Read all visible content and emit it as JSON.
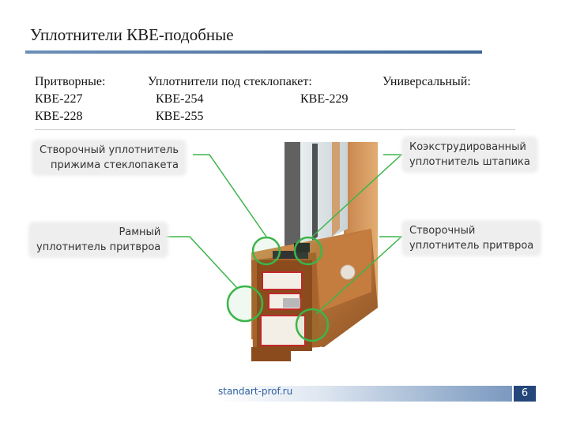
{
  "slide": {
    "title": "Уплотнители КВЕ-подобные",
    "columns": {
      "col1_header": "Притворные:",
      "col1_item1": "КВЕ-227",
      "col1_item2": "КВЕ-228",
      "col2_header": "Уплотнители под стеклопакет:",
      "col2_item1": "КВЕ-254",
      "col2_item2": "КВЕ-255",
      "col3_item1": "КВЕ-229",
      "col4_header": "Универсальный:"
    },
    "callouts": {
      "top_left_line1": "Створочный уплотнитель",
      "top_left_line2": "прижима стеклопакета",
      "mid_left_line1": "Рамный",
      "mid_left_line2": "уплотнитель притвроа",
      "top_right_line1": "Коэкструдированный",
      "top_right_line2": "уплотнитель штапика",
      "mid_right_line1": "Створочный",
      "mid_right_line2": "уплотнитель притвроа"
    },
    "footer": {
      "link": "standart-prof.ru",
      "page_number": "6"
    },
    "colors": {
      "accent_blue": "#3f6797",
      "leader_green": "#3cb54a",
      "wood": "#b8733a",
      "seal_red": "#c0282a"
    }
  }
}
